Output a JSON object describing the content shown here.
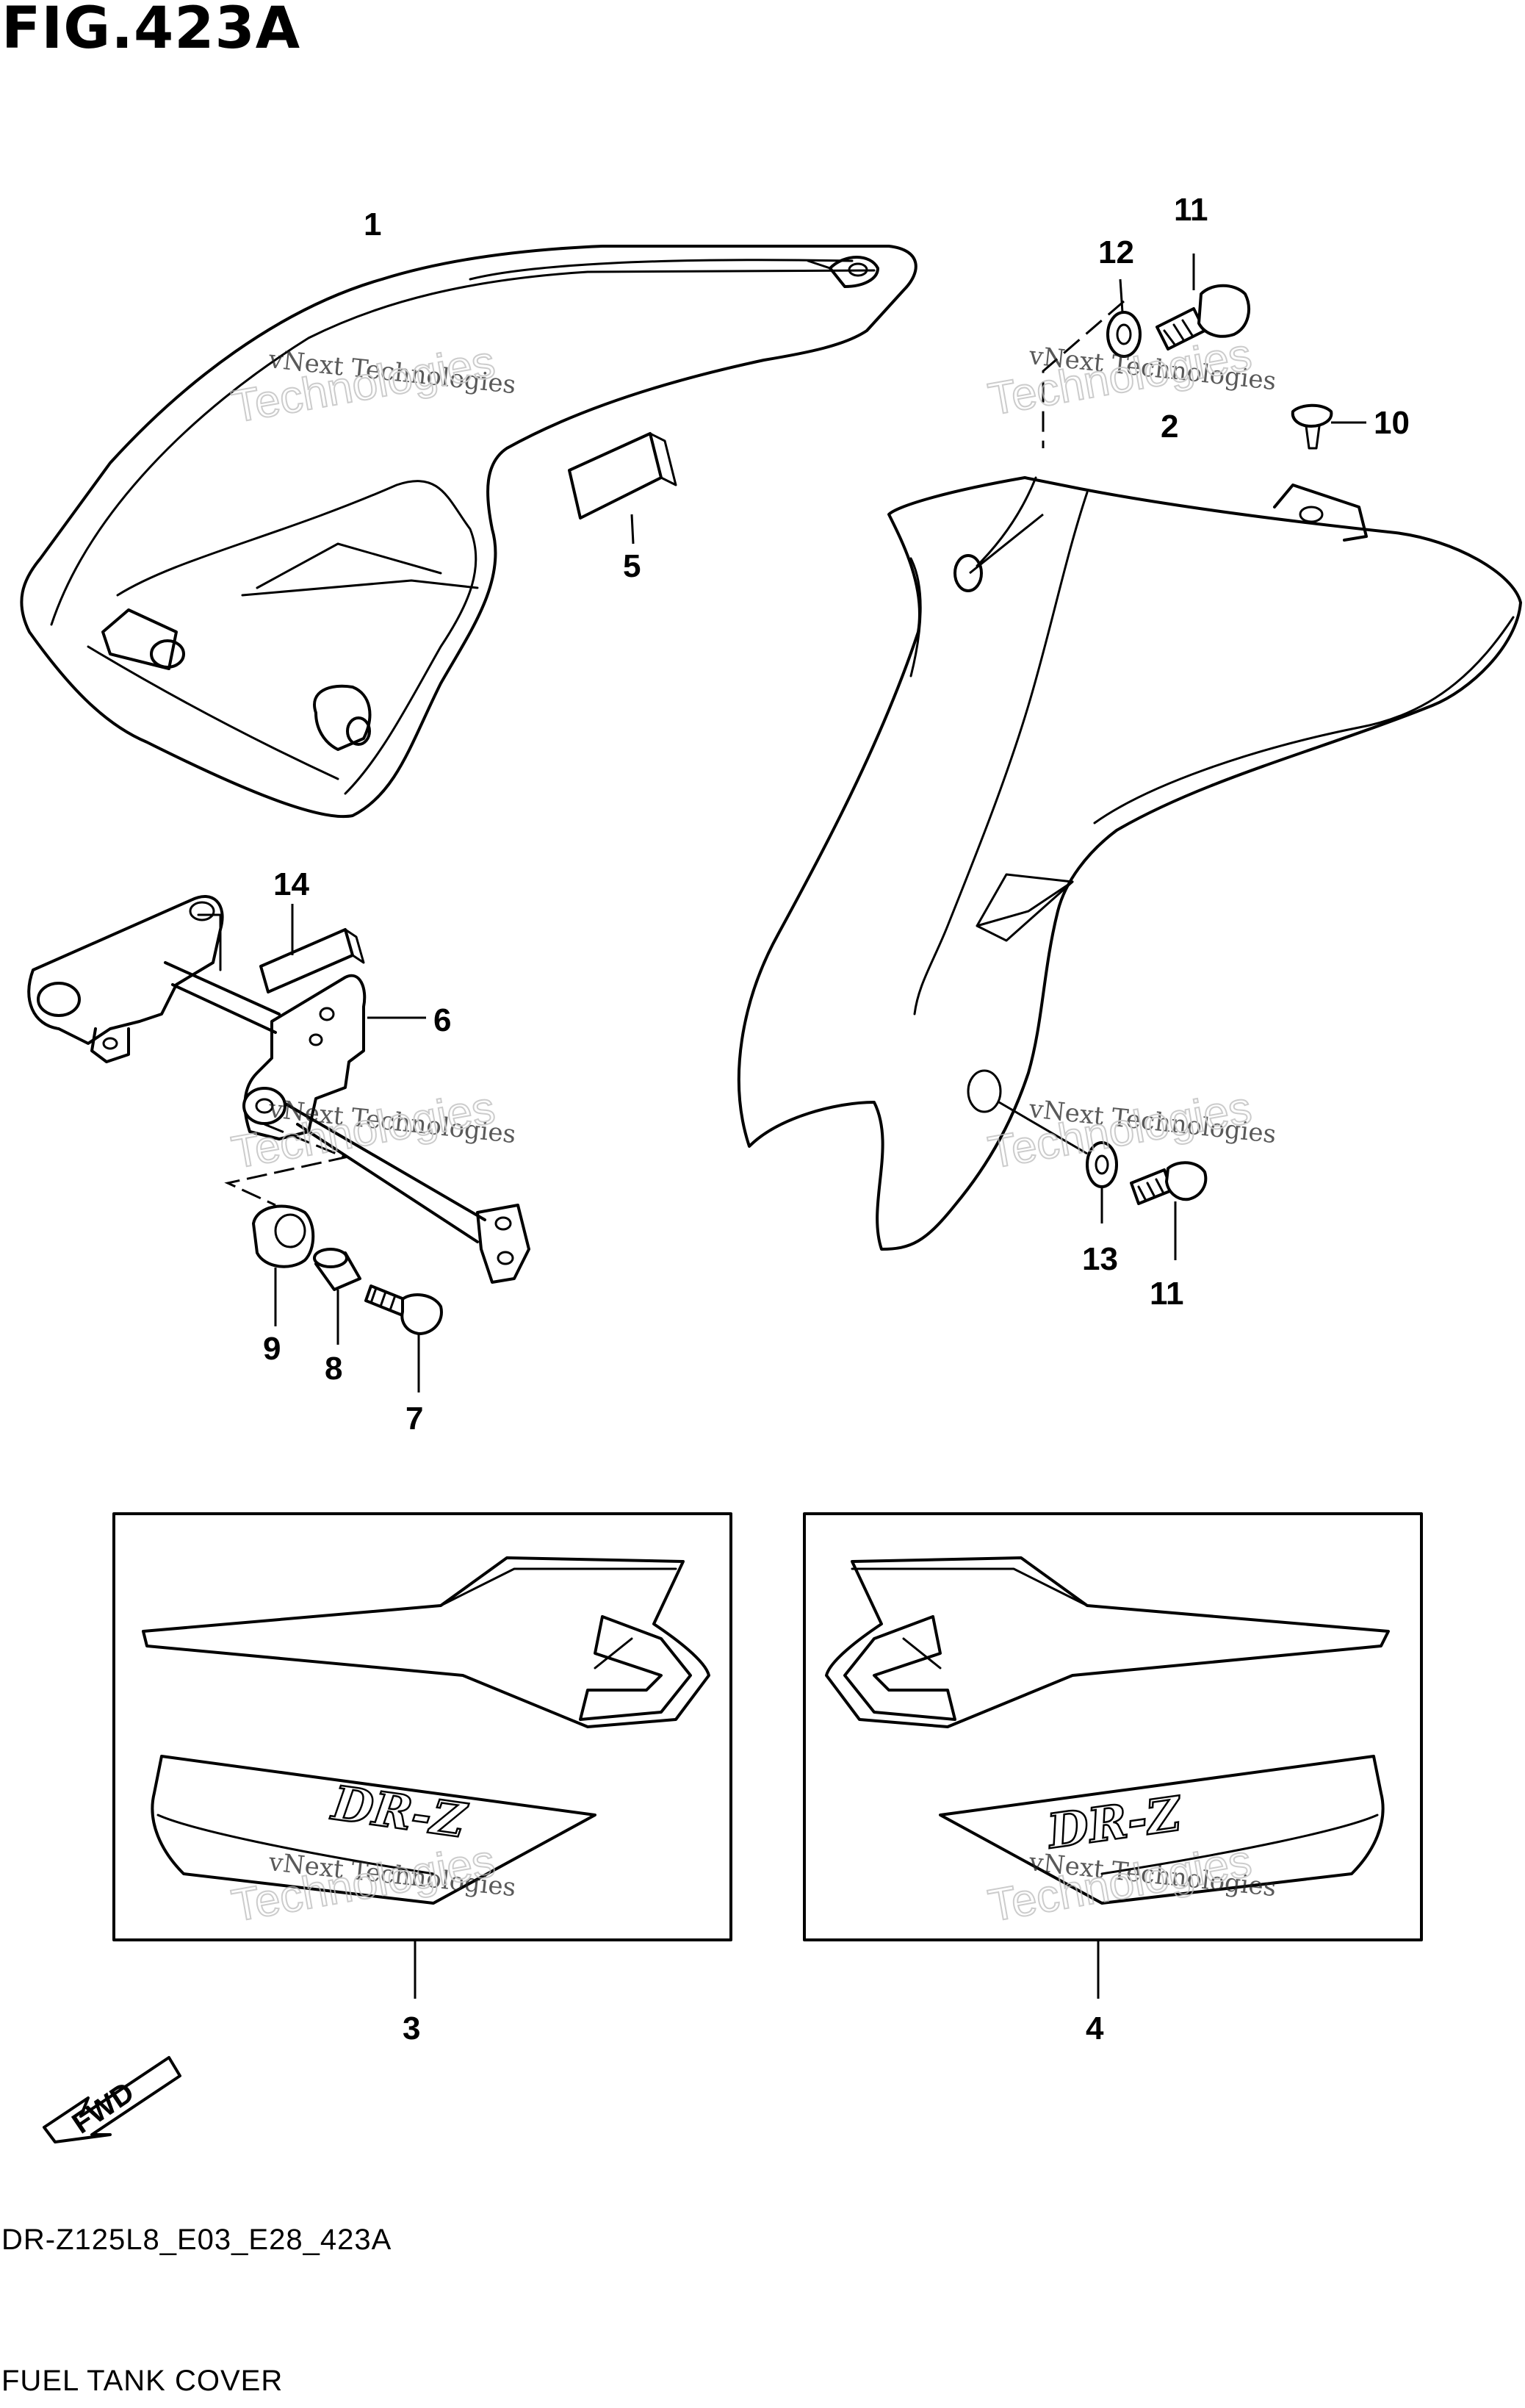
{
  "figure": {
    "title": "FIG.423A",
    "part_code": "DR-Z125L8_E03_E28_423A",
    "part_name": "FUEL TANK COVER",
    "direction_label": "FWD",
    "decal_text": "DR-Z"
  },
  "watermark": {
    "line1": "vNext Technologies",
    "line2": "Technologies"
  },
  "callouts": [
    "1",
    "2",
    "3",
    "4",
    "5",
    "6",
    "7",
    "8",
    "9",
    "10",
    "11",
    "11",
    "12",
    "13",
    "14"
  ]
}
